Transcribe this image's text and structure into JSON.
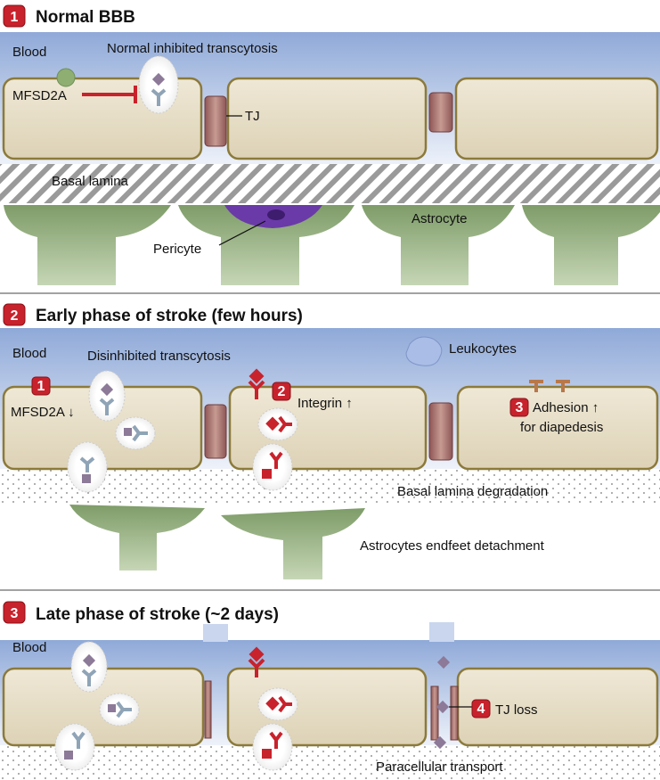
{
  "panels": [
    {
      "number": "1",
      "title": "Normal BBB",
      "labels": {
        "blood": "Blood",
        "transcytosis": "Normal inhibited  transcytosis",
        "mfsd2a": "MFSD2A",
        "tj": "TJ",
        "basal_lamina": "Basal lamina",
        "astrocyte": "Astrocyte",
        "pericyte": "Pericyte"
      }
    },
    {
      "number": "2",
      "title": "Early phase of stroke (few hours)",
      "labels": {
        "blood": "Blood",
        "transcytosis": "Disinhibited transcytosis",
        "leukocytes": "Leukocytes",
        "mfsd2a": "MFSD2A ↓",
        "integrin": "Integrin ↑",
        "adhesion_line1": "Adhesion ↑",
        "adhesion_line2": "for diapedesis",
        "basal_lamina": "Basal lamina degradation",
        "astrocytes": "Astrocytes endfeet detachment"
      },
      "badges": {
        "mfsd2a": "1",
        "integrin": "2",
        "adhesion": "3"
      }
    },
    {
      "number": "3",
      "title": "Late phase of stroke (~2 days)",
      "labels": {
        "blood": "Blood",
        "tj_loss": "TJ loss",
        "paracellular": "Paracellular transport"
      },
      "badges": {
        "tj_loss": "4"
      }
    }
  ],
  "colors": {
    "badge": "#c8222c",
    "cell_fill": "#e9e1cc",
    "cell_border": "#8c7a3a",
    "tj": "#a86b6b",
    "blood_top": "#9db4dd",
    "astrocyte": "#9bb486",
    "pericyte": "#6a3aa8",
    "receptor_gray": "#8fa4b6",
    "receptor_red": "#c8222c",
    "cargo": "#8c7a98",
    "leukocyte": "#a9bde6",
    "mfsd2a_ball": "#8fae72"
  },
  "icons": [
    "inhibition-arrow-icon",
    "receptor-icon",
    "vesicle-icon",
    "leukocyte-icon",
    "adhesion-molecule-icon"
  ]
}
